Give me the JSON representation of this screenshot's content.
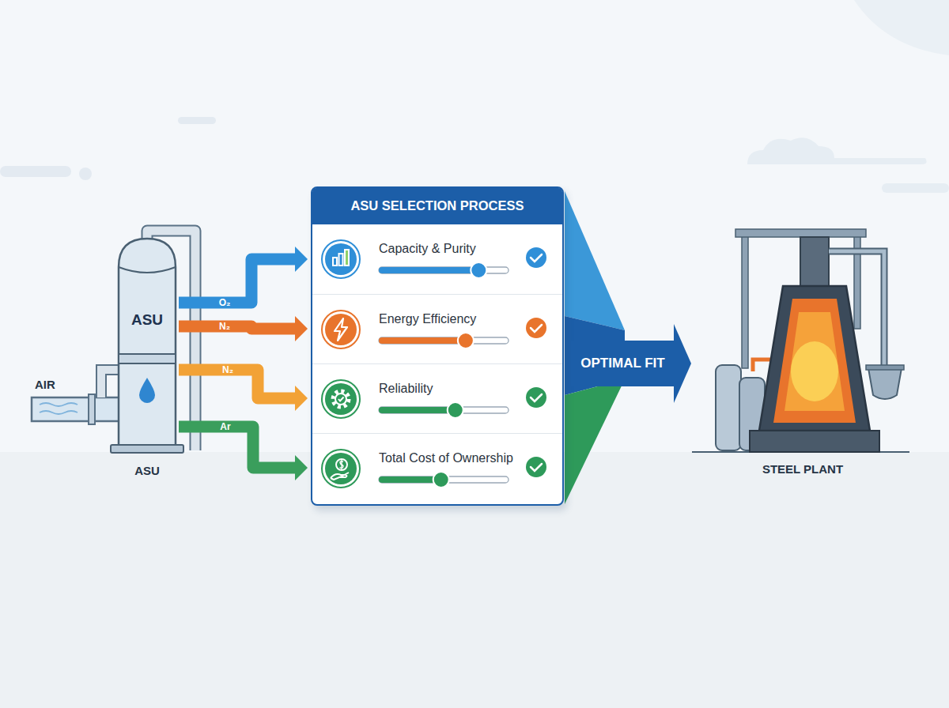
{
  "diagram": {
    "nodes": [
      {
        "text": [
          "ASU",
          "ASU"
        ]
      },
      {
        "text": [
          "ASU SELECTION PROCESS"
        ]
      },
      {
        "text": [
          "Capacity & Purity"
        ],
        "in": 1
      },
      {
        "text": [
          "Energy Efficiency"
        ],
        "in": 1
      },
      {
        "text": [
          "Reliability"
        ],
        "in": 1
      },
      {
        "text": [
          "Total Cost of Ownership"
        ],
        "in": 1
      },
      {
        "text": [
          "OPTIMAL FIT"
        ]
      },
      {
        "text": [
          "STEEL PLANT"
        ]
      }
    ],
    "edges": [
      {
        "from": 0,
        "to": 2,
        "label": "O₂",
        "arrow": "to"
      },
      {
        "from": 0,
        "to": 3,
        "label": "N₂",
        "arrow": "to"
      },
      {
        "from": 0,
        "to": 4,
        "label": "N₂",
        "arrow": "to"
      },
      {
        "from": 0,
        "to": 5,
        "label": "Ar",
        "arrow": "to"
      },
      {
        "from": 6,
        "to": 7,
        "arrow": "to"
      }
    ],
    "labels": [
      "AIR"
    ]
  }
}
